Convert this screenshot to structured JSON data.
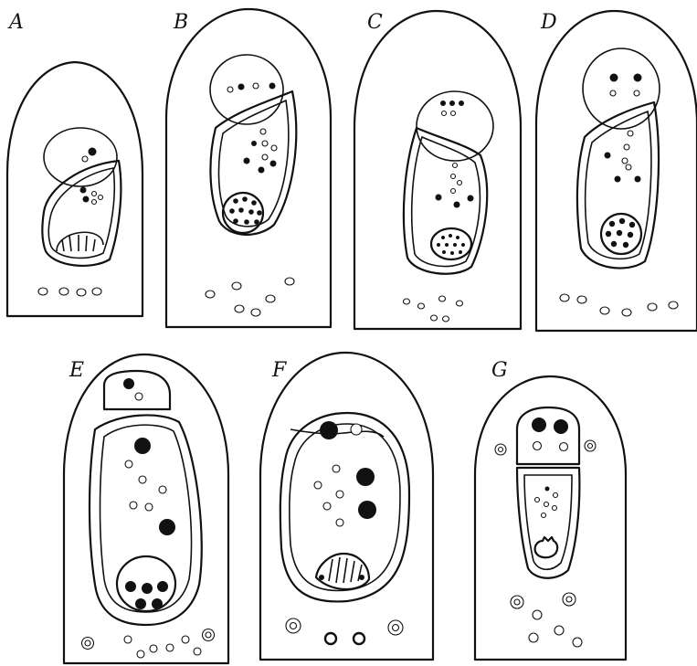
{
  "figure": {
    "panels": [
      {
        "id": "A",
        "label": "A"
      },
      {
        "id": "B",
        "label": "B"
      },
      {
        "id": "C",
        "label": "C"
      },
      {
        "id": "D",
        "label": "D"
      },
      {
        "id": "E",
        "label": "E"
      },
      {
        "id": "F",
        "label": "F"
      },
      {
        "id": "G",
        "label": "G"
      }
    ]
  }
}
